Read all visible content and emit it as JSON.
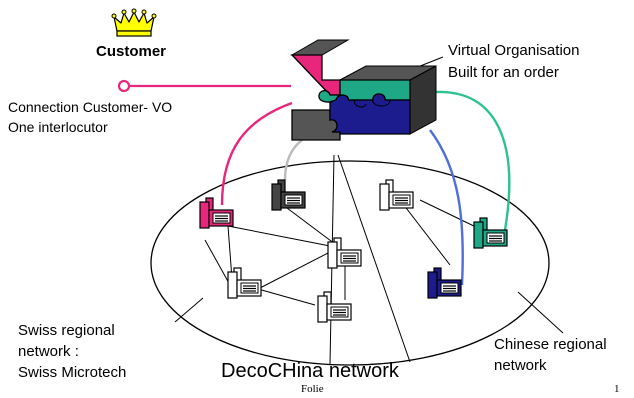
{
  "customer": {
    "label": "Customer",
    "icon": "crown-icon",
    "crown_color": "#ffff00"
  },
  "connection": {
    "line1": "Connection Customer- VO",
    "line2": "One interlocutor",
    "icon": "connector-ring-icon"
  },
  "virtual_organisation": {
    "line1": "Virtual Organisation",
    "line2": "Built for an order",
    "icon": "puzzle-building-icon"
  },
  "swiss_network": {
    "line1": "Swiss regional",
    "line2": "network :",
    "line3": "Swiss Microtech"
  },
  "chinese_network": {
    "line1": "Chinese regional",
    "line2": "network"
  },
  "network_title": "DecoCHina network",
  "footer": {
    "left": "Folie",
    "page": "1"
  },
  "colors": {
    "magenta": "#e8277c",
    "dark_gray": "#444444",
    "teal": "#1fa886",
    "navy": "#1c1c8e",
    "light_gray": "#bbbbbb",
    "blue_line": "#4f6ed8",
    "green_line": "#2cc193",
    "pink_line": "#e8277c"
  },
  "company_icons": [
    "company-building-icon",
    "company-building-icon",
    "company-building-icon",
    "company-building-icon",
    "company-building-icon",
    "company-building-icon",
    "company-building-icon",
    "company-building-icon",
    "company-building-icon"
  ]
}
